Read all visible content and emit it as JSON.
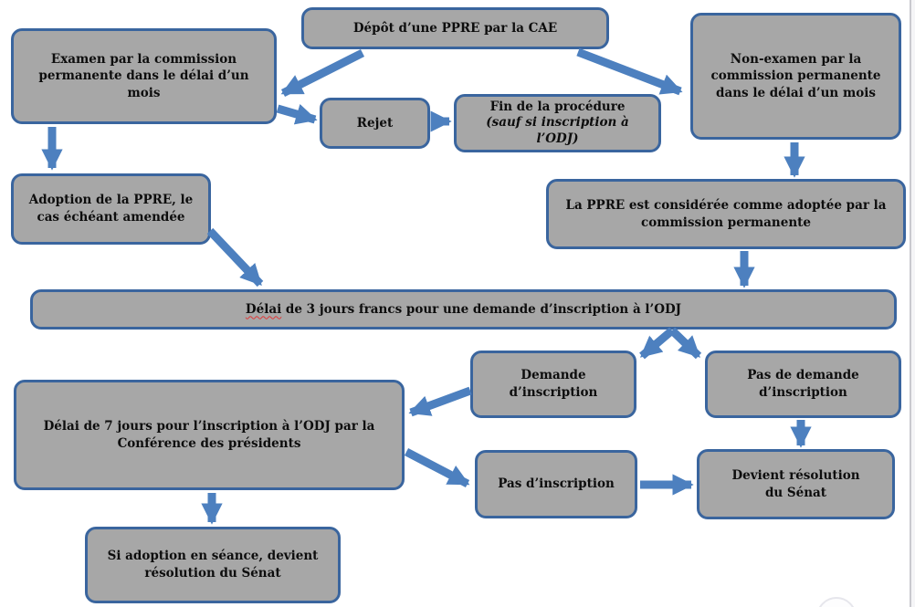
{
  "colors": {
    "node_fill": "#a7a7a7",
    "node_border": "#3a659e",
    "arrow_blue": "#4d80bf",
    "text": "#0d0d0d",
    "spellcheck_underline": "#e03636",
    "page_boundary_line": "#c9c9cf"
  },
  "nodes": {
    "depot": {
      "label": "Dépôt d’une PPRE par la CAE"
    },
    "examen": {
      "label": "Examen par la commission\npermanente dans le délai d’un\nmois"
    },
    "non_examen": {
      "label": "Non-examen par la\ncommission permanente\ndans le délai d’un mois"
    },
    "rejet": {
      "label": "Rejet"
    },
    "fin": {
      "title": "Fin de la procédure",
      "subtitle": "(sauf si inscription à\nl’ODJ)"
    },
    "adoption": {
      "label": "Adoption de la PPRE, le\ncas échéant amendée"
    },
    "consideree": {
      "label": "La PPRE est considérée comme adoptée par la\ncommission permanente"
    },
    "delai3": {
      "word_marked": "Délai",
      "label_rest": " de 3 jours francs pour une demande d’inscription à l’ODJ"
    },
    "demande": {
      "label": "Demande\nd’inscription"
    },
    "pas_demande": {
      "label": "Pas de demande\nd’inscription"
    },
    "delai7": {
      "label": "Délai de 7 jours pour l’inscription à l’ODJ par la\nConférence des présidents"
    },
    "pas_inscription": {
      "label": "Pas d’inscription"
    },
    "devient": {
      "label": "Devient résolution\ndu Sénat"
    },
    "si_adoption": {
      "label": "Si adoption en séance, devient\nrésolution du Sénat"
    }
  }
}
